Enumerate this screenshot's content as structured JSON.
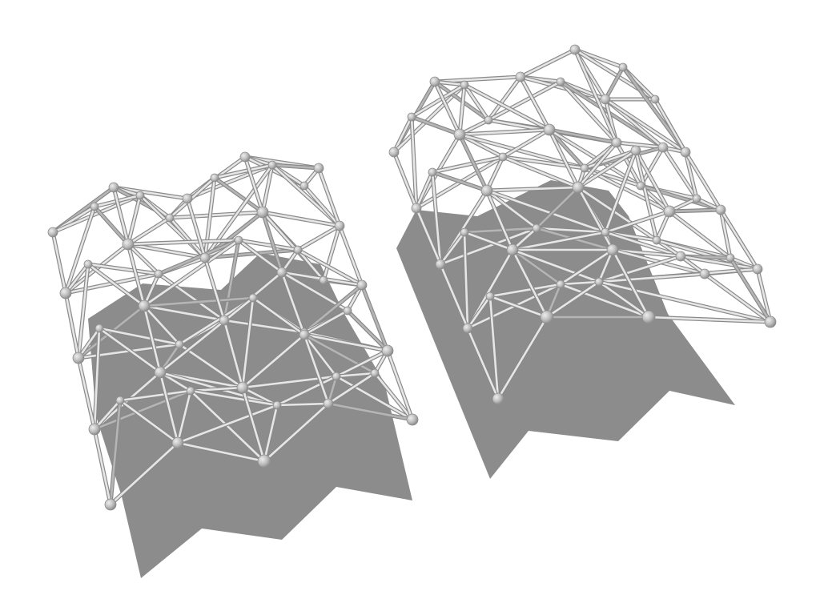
{
  "scene": {
    "background_color": "#ffffff",
    "shadow_color": "#8c8c8c",
    "rod_color": "#d8d8d8",
    "rod_outline_color": "#8a8a8a",
    "node_color": "#bdbdbd",
    "node_outline_color": "#8e8e8e",
    "objects": [
      {
        "name": "left-lattice-structure",
        "description_id": "left"
      },
      {
        "name": "right-lattice-structure",
        "description_id": "right"
      }
    ]
  }
}
